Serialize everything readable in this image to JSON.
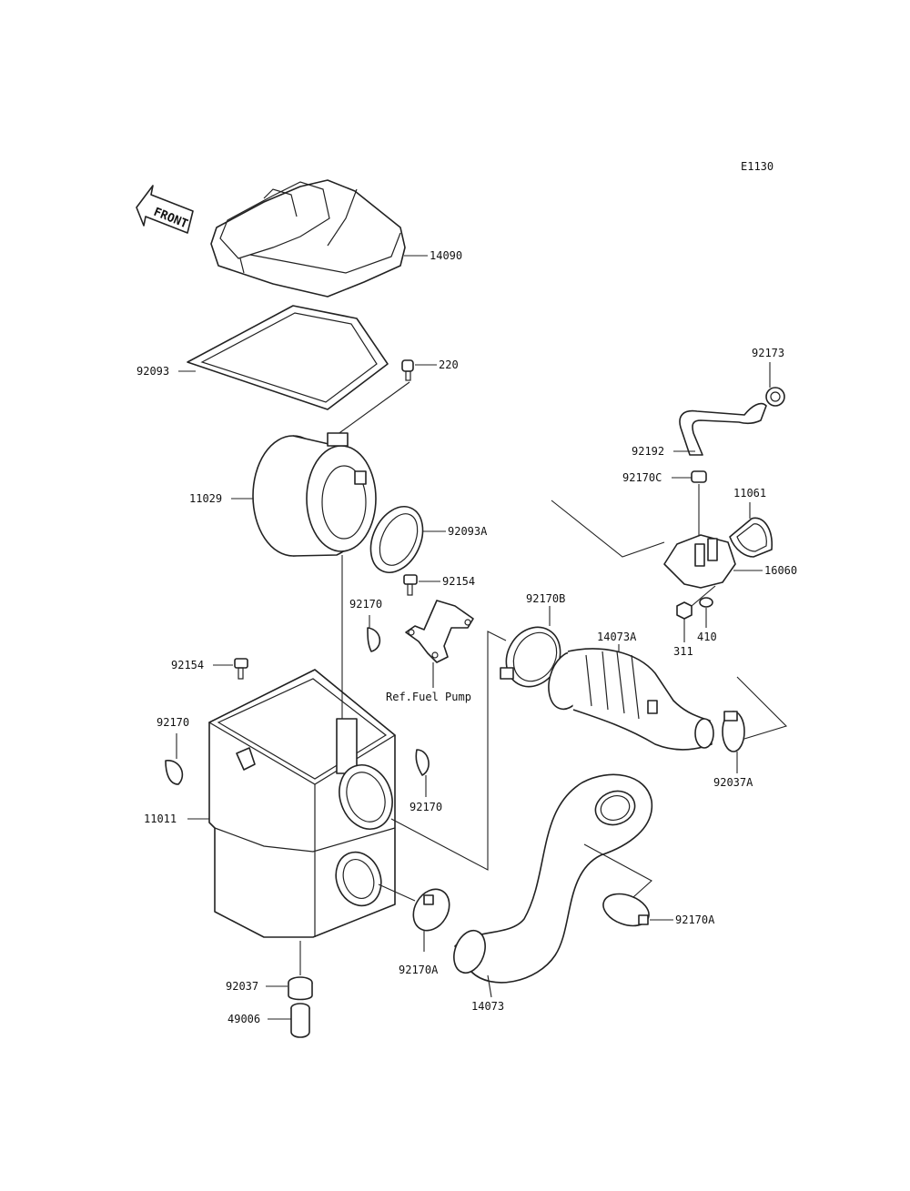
{
  "diagram_code": "E1130",
  "front_label": "FRONT",
  "ref_note": "Ref.Fuel Pump",
  "callouts": {
    "c14090": "14090",
    "c92093": "92093",
    "c220": "220",
    "c11029": "11029",
    "c92093A": "92093A",
    "c92154a": "92154",
    "c92154b": "92154",
    "c92170a": "92170",
    "c92170b": "92170",
    "c92170c": "92170",
    "c11011": "11011",
    "c92037": "92037",
    "c49006": "49006",
    "c92170A1": "92170A",
    "c92170A2": "92170A",
    "c14073": "14073",
    "c92170B": "92170B",
    "c14073A": "14073A",
    "c92037A": "92037A",
    "c92173": "92173",
    "c92192": "92192",
    "c92170C": "92170C",
    "c11061": "11061",
    "c16060": "16060",
    "c311": "311",
    "c410": "410"
  }
}
